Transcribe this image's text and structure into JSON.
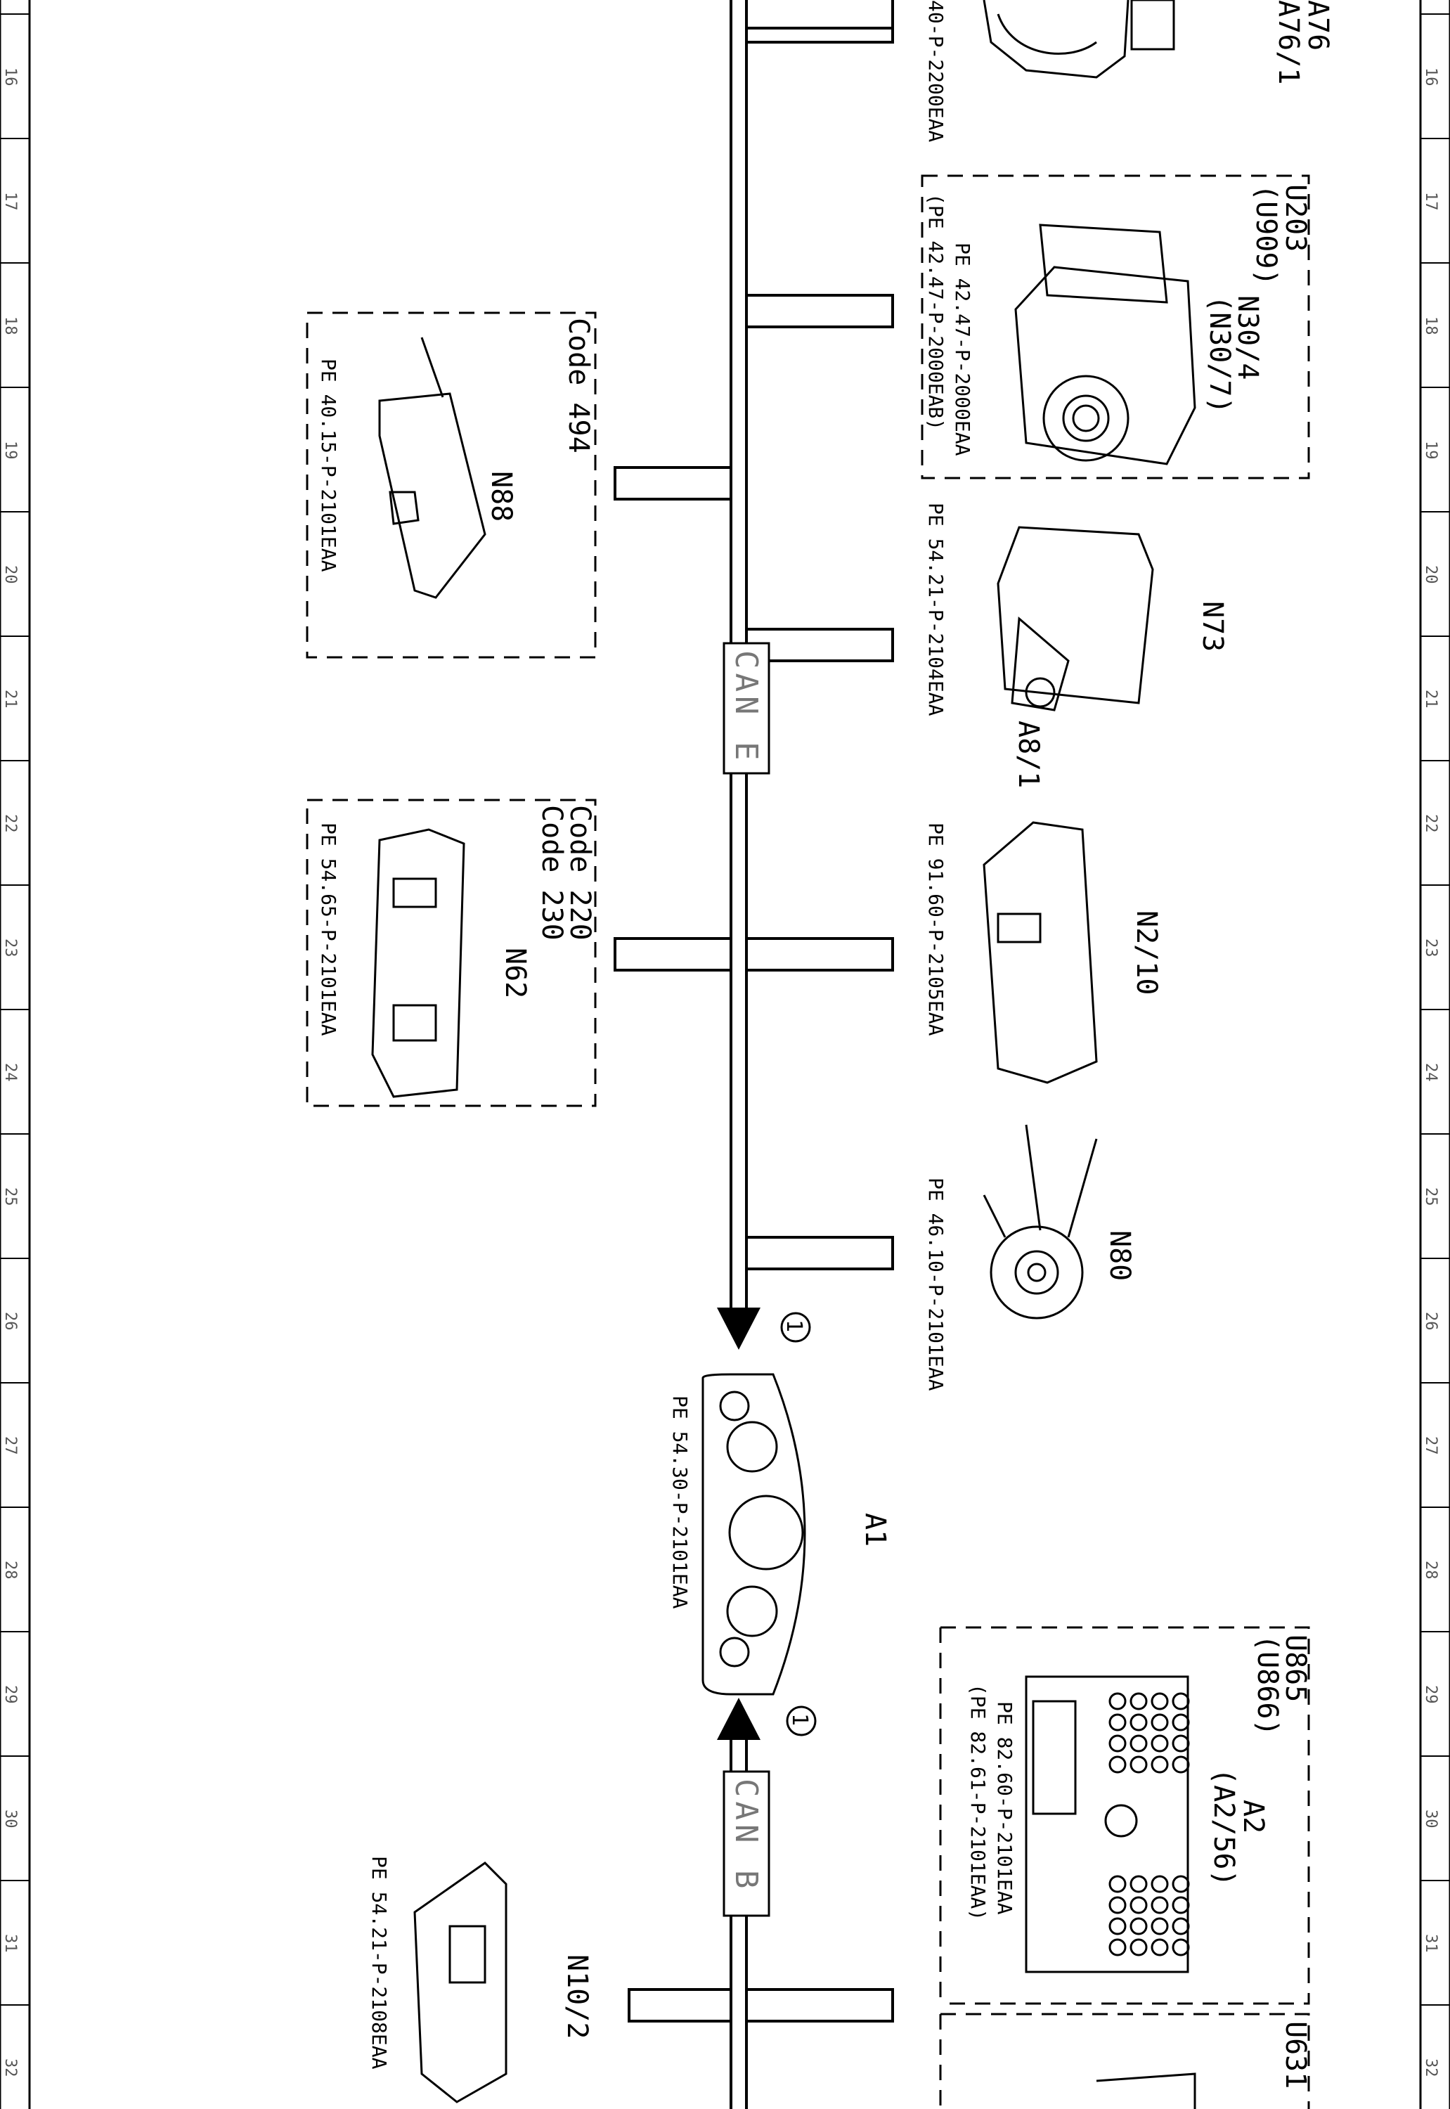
{
  "ruler": [
    "16",
    "17",
    "18",
    "19",
    "20",
    "21",
    "22",
    "23",
    "24",
    "25",
    "26",
    "27",
    "28",
    "29",
    "30",
    "31",
    "32"
  ],
  "bus": {
    "can_e": "CAN E",
    "can_b": "CAN B",
    "marker": "1"
  },
  "components": {
    "a76": {
      "label": "A76",
      "label2": "A76/1",
      "pe": "40-P-2200EAA"
    },
    "n30": {
      "box_l1": "U203",
      "box_l2": "(U909)",
      "label": "N30/4",
      "label2": "(N30/7)",
      "pe": "PE 42.47-P-2000EAA",
      "pe2": "(PE 42.47-P-2000EAB)"
    },
    "n88": {
      "code": "Code 494",
      "label": "N88",
      "pe": "PE 40.15-P-2101EAA"
    },
    "n73": {
      "label": "N73",
      "label2": "A8/1",
      "pe": "PE 54.21-P-2104EAA"
    },
    "n62": {
      "code1": "Code 220",
      "code2": "Code 230",
      "label": "N62",
      "pe": "PE 54.65-P-2101EAA"
    },
    "n2_10": {
      "label": "N2/10",
      "pe": "PE 91.60-P-2105EAA"
    },
    "n80": {
      "label": "N80",
      "pe": "PE 46.10-P-2101EAA"
    },
    "a1": {
      "label": "A1",
      "pe": "PE 54.30-P-2101EAA"
    },
    "a2": {
      "box_l1": "U865",
      "box_l2": "(U866)",
      "label": "A2",
      "label2": "(A2/56)",
      "pe": "PE 82.60-P-2101EAA",
      "pe2": "(PE 82.61-P-2101EAA)"
    },
    "n10_2": {
      "label": "N10/2",
      "pe": "PE 54.21-P-2108EAA"
    },
    "u631": {
      "box_l1": "U631"
    }
  }
}
